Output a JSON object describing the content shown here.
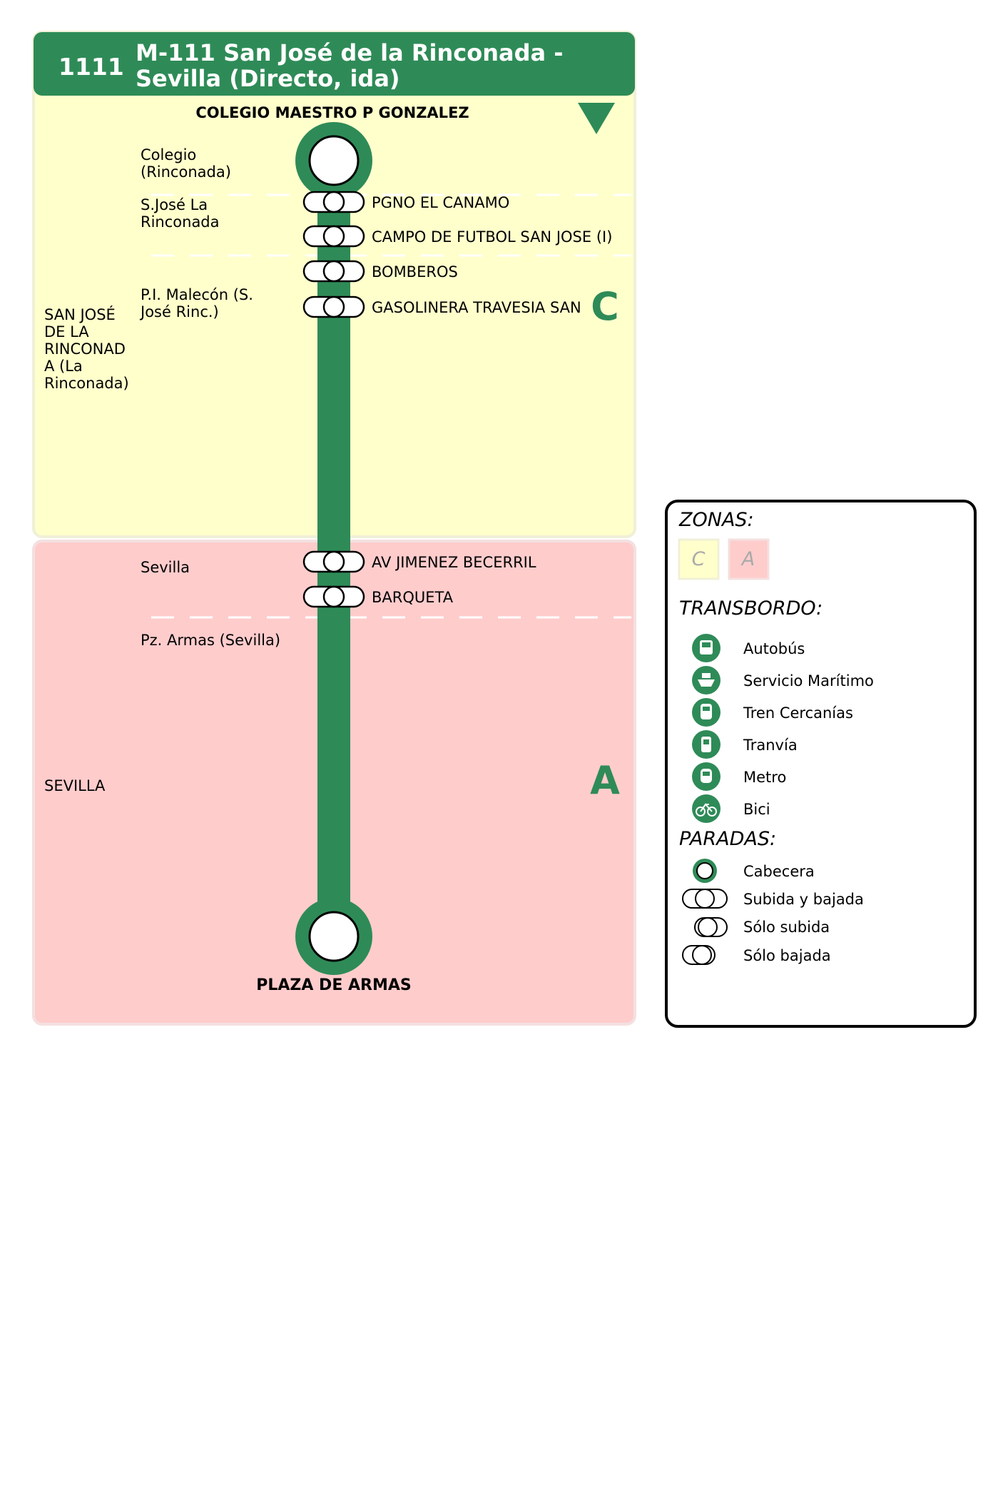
{
  "route": {
    "code": "1111",
    "title_line1": "M-111 San José de la Rinconada -",
    "title_line2": "Sevilla (Directo, ida)",
    "origin": "COLEGIO MAESTRO P GONZALEZ",
    "destination": "PLAZA DE ARMAS",
    "color": "#2e8b57"
  },
  "zones": [
    {
      "id": "C",
      "label": "C",
      "fill": "#ffffcc",
      "municipality": [
        "SAN JOSÉ",
        "DE LA",
        "RINCONAD",
        "A (La",
        "Rinconada)"
      ]
    },
    {
      "id": "A",
      "label": "A",
      "fill": "#ffcccc",
      "municipality": [
        "SEVILLA"
      ]
    }
  ],
  "localities": [
    {
      "lines": [
        "Colegio",
        "(Rinconada)"
      ]
    },
    {
      "lines": [
        "S.José La",
        "Rinconada"
      ]
    },
    {
      "lines": [
        "P.I. Malecón (S.",
        "José Rinc.)"
      ]
    },
    {
      "lines": [
        "Sevilla"
      ]
    },
    {
      "lines": [
        "Pz. Armas (Sevilla)"
      ]
    }
  ],
  "stops": [
    {
      "name": "PGNO EL CANAMO",
      "type": "subida-bajada"
    },
    {
      "name": "CAMPO DE FUTBOL SAN JOSE (I)",
      "type": "subida-bajada"
    },
    {
      "name": "BOMBEROS",
      "type": "subida-bajada"
    },
    {
      "name": "GASOLINERA TRAVESIA SAN",
      "type": "subida-bajada"
    },
    {
      "name": "AV JIMENEZ BECERRIL",
      "type": "subida-bajada"
    },
    {
      "name": "BARQUETA",
      "type": "subida-bajada"
    }
  ],
  "legend": {
    "zonas_title": "ZONAS:",
    "zone_samples": [
      "C",
      "A"
    ],
    "transbordo_title": "TRANSBORDO:",
    "transbordo": [
      {
        "label": "Autobús",
        "icon": "bus-icon"
      },
      {
        "label": "Servicio Marítimo",
        "icon": "boat-icon"
      },
      {
        "label": "Tren Cercanías",
        "icon": "train-icon"
      },
      {
        "label": "Tranvía",
        "icon": "tram-icon"
      },
      {
        "label": "Metro",
        "icon": "metro-icon"
      },
      {
        "label": "Bici",
        "icon": "bike-icon"
      }
    ],
    "paradas_title": "PARADAS:",
    "paradas": [
      {
        "label": "Cabecera",
        "icon": "terminal-stop-icon"
      },
      {
        "label": "Subida y bajada",
        "icon": "board-alight-stop-icon"
      },
      {
        "label": "Sólo subida",
        "icon": "board-only-stop-icon"
      },
      {
        "label": "Sólo bajada",
        "icon": "alight-only-stop-icon"
      }
    ]
  }
}
